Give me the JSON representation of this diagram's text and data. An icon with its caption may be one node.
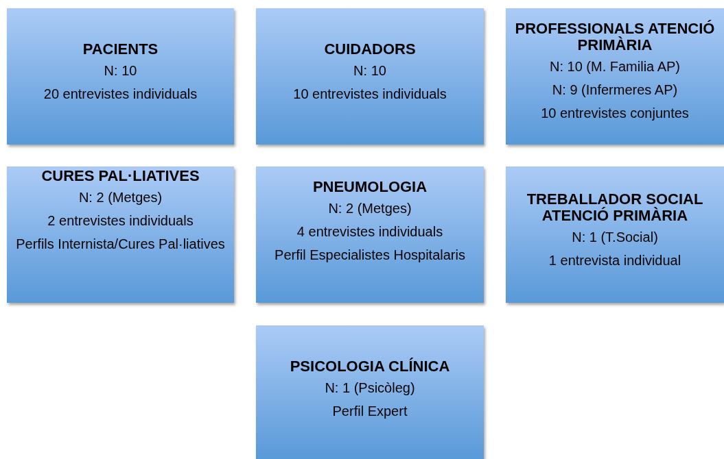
{
  "diagram": {
    "nodes": [
      {
        "text": [
          "PACIENTS",
          "N: 10",
          "20 entrevistes individuals"
        ]
      },
      {
        "text": [
          "CUIDADORS",
          "N: 10",
          "10 entrevistes individuals"
        ]
      },
      {
        "text": [
          "PROFESSIONALS ATENCIÓ PRIMÀRIA",
          "N: 10 (M. Familia AP)",
          "N: 9 (Infermeres AP)",
          "10 entrevistes conjuntes"
        ]
      },
      {
        "text": [
          "CURES PAL·LIATIVES",
          "N: 2 (Metges)",
          "2 entrevistes individuals",
          "Perfils Internista/Cures Pal·liatives"
        ]
      },
      {
        "text": [
          "PNEUMOLOGIA",
          "N: 2 (Metges)",
          "4 entrevistes individuals",
          "Perfil Especialistes Hospitalaris"
        ]
      },
      {
        "text": [
          "TREBALLADOR SOCIAL ATENCIÓ PRIMÀRIA",
          "N: 1 (T.Social)",
          "1 entrevista individual"
        ]
      },
      {
        "text": [
          "PSICOLOGIA CLÍNICA",
          "N: 1 (Psicòleg)",
          "Perfil Expert"
        ]
      }
    ]
  }
}
